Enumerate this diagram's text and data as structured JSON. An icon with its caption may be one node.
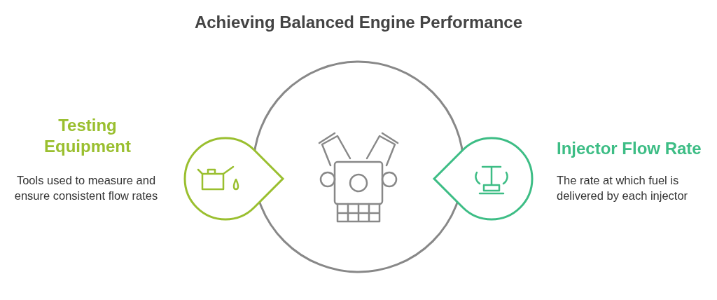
{
  "diagram": {
    "title": "Achieving Balanced Engine Performance",
    "nodes": [
      {
        "text": [],
        "shape": "circle"
      },
      {
        "text": [],
        "shape": "drop",
        "beside": [
          "Testing Equipment",
          "Tools used to measure and ensure consistent flow rates"
        ]
      },
      {
        "text": [],
        "shape": "drop",
        "beside": [
          "Injector Flow Rate",
          "The rate at which fuel is delivered by each injector"
        ]
      }
    ],
    "edges": []
  }
}
